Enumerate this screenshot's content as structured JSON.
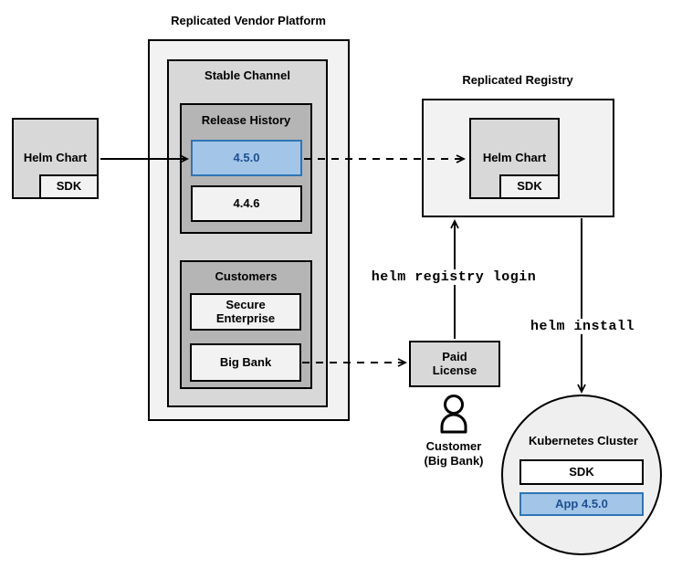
{
  "platform": {
    "title": "Replicated Vendor Platform",
    "stable_channel": {
      "label": "Stable Channel",
      "release_history": {
        "label": "Release History",
        "releases": [
          {
            "version": "4.5.0",
            "highlighted": true
          },
          {
            "version": "4.4.6",
            "highlighted": false
          }
        ]
      },
      "customers": {
        "label": "Customers",
        "items": [
          {
            "name": "Secure Enterprise"
          },
          {
            "name": "Big Bank"
          }
        ]
      }
    }
  },
  "source_chart": {
    "label": "Helm Chart",
    "sdk": "SDK"
  },
  "registry": {
    "title": "Replicated Registry",
    "helm_chart": {
      "label": "Helm Chart",
      "sdk": "SDK"
    }
  },
  "paid_license": {
    "label": "Paid License"
  },
  "customer": {
    "name": "Customer",
    "org": "(Big Bank)"
  },
  "cluster": {
    "title": "Kubernetes Cluster",
    "sdk": "SDK",
    "app": "App 4.5.0"
  },
  "commands": {
    "registry_login": "helm registry login",
    "install": "helm install"
  },
  "colors": {
    "highlight_fill": "#A3C6E8",
    "highlight_border": "#2E75B6",
    "highlight_text": "#1D4F91",
    "container_light": "#F2F2F2",
    "container_mid": "#D8D8D8",
    "container_dark": "#B5B5B5"
  }
}
